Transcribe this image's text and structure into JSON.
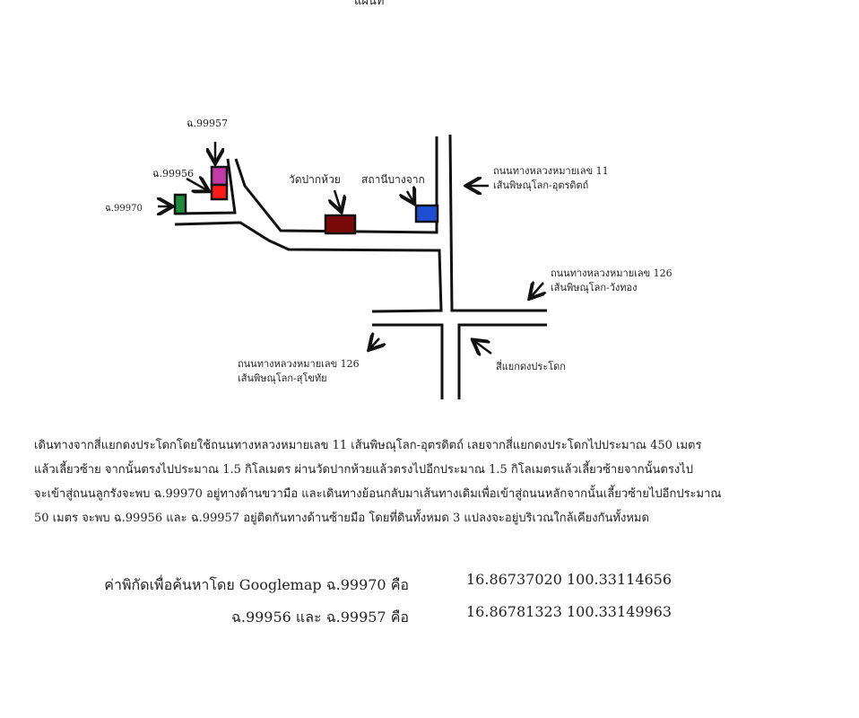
{
  "title": "แผนที่",
  "map": {
    "plots": [
      {
        "label": "ฉ.99970",
        "color": "#1e8a3a"
      },
      {
        "label": "ฉ.99956",
        "color": "#ff1a1a"
      },
      {
        "label": "ฉ.99957",
        "color": "#c43aa8"
      }
    ],
    "landmarks": [
      {
        "label": "วัดปากห้วย",
        "color": "#7a0a0a"
      },
      {
        "label": "สถานีบางจาก",
        "color": "#1f4fd0"
      }
    ],
    "roads": {
      "hwy11": {
        "line1": "ถนนทางหลวงหมายเลข 11",
        "line2": "เส้นพิษณุโลก-อุตรดิตถ์"
      },
      "hwy126_east": {
        "line1": "ถนนทางหลวงหมายเลข 126",
        "line2": "เส้นพิษณุโลก-วังทอง"
      },
      "hwy126_west": {
        "line1": "ถนนทางหลวงหมายเลข 126",
        "line2": "เส้นพิษณุโลก-สุโขทัย"
      },
      "junction": "สี่แยกดงประโดก"
    }
  },
  "directions": [
    "เดินทางจากสี่แยกดงประโดกโดยใช้ถนนทางหลวงหมายเลข 11 เส้นพิษณุโลก-อุตรดิตถ์ เลยจากสี่แยกดงประโดกไปประมาณ 450 เมตร",
    "แล้วเลี้ยวซ้าย จากนั้นตรงไปประมาณ 1.5 กิโลเมตร ผ่านวัดปากห้วยแล้วตรงไปอีกประมาณ 1.5 กิโลเมตรแล้วเลี้ยวซ้ายจากนั้นตรงไป",
    "จะเข้าสู่ถนนลูกรังจะพบ ฉ.99970 อยู่ทางด้านขวามือ และเดินทางย้อนกลับมาเส้นทางเดิมเพื่อเข้าสู่ถนนหลักจากนั้นเลี้ยวซ้ายไปอีกประมาณ",
    "50 เมตร จะพบ ฉ.99956 และ ฉ.99957 อยู่ติดกันทางด้านซ้ายมือ โดยที่ดินทั้งหมด 3 แปลงจะอยู่บริเวณใกล้เคียงกันทั้งหมด"
  ],
  "coordinates": [
    {
      "label": "ค่าพิกัดเพื่อค้นหาโดย Googlemap ฉ.99970 คือ",
      "value": "16.86737020 100.33114656"
    },
    {
      "label": "ฉ.99956 และ ฉ.99957 คือ",
      "value": "16.86781323 100.33149963"
    }
  ]
}
